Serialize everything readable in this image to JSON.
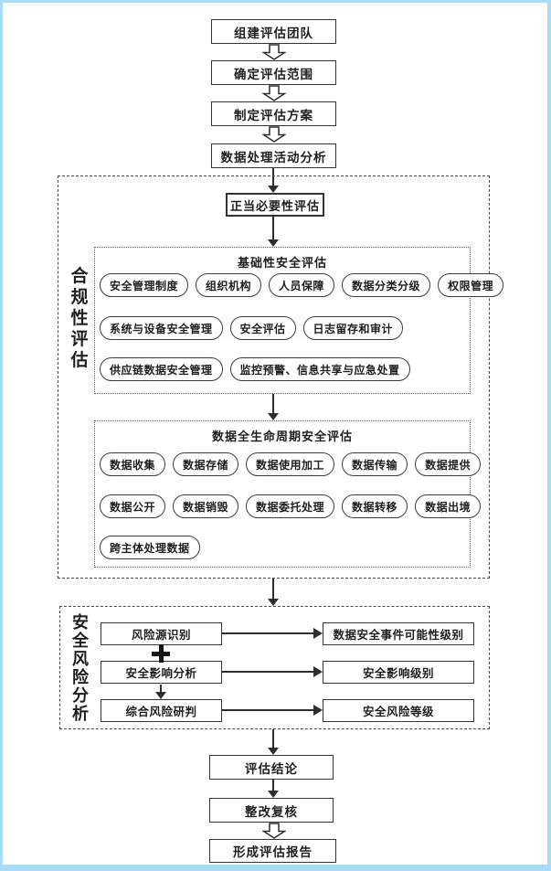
{
  "colors": {
    "frame": "#a9dcf4",
    "line": "#2e2e2e",
    "text": "#1f1f1f"
  },
  "flow_top": {
    "boxes": [
      "组建评估团队",
      "确定评估范围",
      "制定评估方案",
      "数据处理活动分析"
    ]
  },
  "compliance": {
    "label": "合规性评估",
    "necessity": "正当必要性评估",
    "basic": {
      "title": "基础性安全评估",
      "rows": [
        [
          "安全管理制度",
          "组织机构",
          "人员保障",
          "数据分类分级",
          "权限管理"
        ],
        [
          "系统与设备安全管理",
          "安全评估",
          "日志留存和审计"
        ],
        [
          "供应链数据安全管理",
          "监控预警、信息共享与应急处置"
        ]
      ]
    },
    "lifecycle": {
      "title": "数据全生命周期安全评估",
      "rows": [
        [
          "数据收集",
          "数据存储",
          "数据使用加工",
          "数据传输",
          "数据提供"
        ],
        [
          "数据公开",
          "数据销毁",
          "数据委托处理",
          "数据转移",
          "数据出境"
        ],
        [
          "跨主体处理数据"
        ]
      ]
    }
  },
  "risk": {
    "label": "安全风险分析",
    "steps": [
      "风险源识别",
      "安全影响分析",
      "综合风险研判"
    ],
    "outputs": [
      "数据安全事件可能性级别",
      "安全影响级别",
      "安全风险等级"
    ]
  },
  "flow_bottom": {
    "boxes": [
      "评估结论",
      "整改复核",
      "形成评估报告"
    ]
  }
}
